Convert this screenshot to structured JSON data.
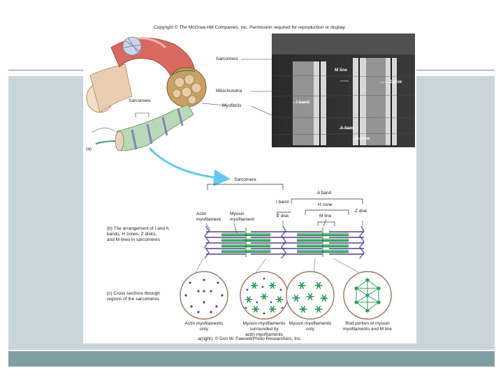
{
  "figure": {
    "copyright": "Copyright © The McGraw-Hill Companies, Inc. Permission required for reproduction or display.",
    "credit": "a(right): © Don W. Fawcett/Photo Researchers, Inc.",
    "panel_a": {
      "tag": "(a)",
      "sarcomere_label": "Sarcomere",
      "micro_labels": {
        "sarcomere": "Sarcomere",
        "mitochondria": "Mitochondria",
        "myofibrils": "Myofibrils"
      },
      "em_labels": {
        "m_line": "M line",
        "z_disk": "Z disk",
        "i_band": "I band",
        "a_band": "A band",
        "h_zone": "H zone"
      }
    },
    "panel_b": {
      "caption": "(b) The arrangement of I and A\nbands, H zones, Z disks,\nand M lines in sarcomeres",
      "labels": {
        "sarcomere": "Sarcomere",
        "a_band": "A band",
        "i_band": "I band",
        "h_zone": "H zone",
        "z_disk_left": "Z disk",
        "z_disk_right": "Z disk",
        "m_line": "M line",
        "actin": "Actin\nmyofilament",
        "myosin": "Myosin\nmyofilament"
      }
    },
    "panel_c": {
      "caption": "(c) Cross sections through\nregions of the sarcomeres",
      "circles": [
        {
          "label": "Actin myofilaments\nonly"
        },
        {
          "label": "Myosin myofilaments\nsurrounded by\nactin myofilaments"
        },
        {
          "label": "Myosin myofilaments\nonly"
        },
        {
          "label": "Rod portion of myosin\nmyofilaments and M line"
        }
      ]
    }
  },
  "colors": {
    "slide_band": "#c9d5db",
    "footer_bar": "#7f9da2",
    "myosin_green": "#2e9e5b",
    "actin_purple": "#5a3d8a",
    "muscle_red": "#c0504d",
    "arrow_blue": "#66c8ee"
  }
}
